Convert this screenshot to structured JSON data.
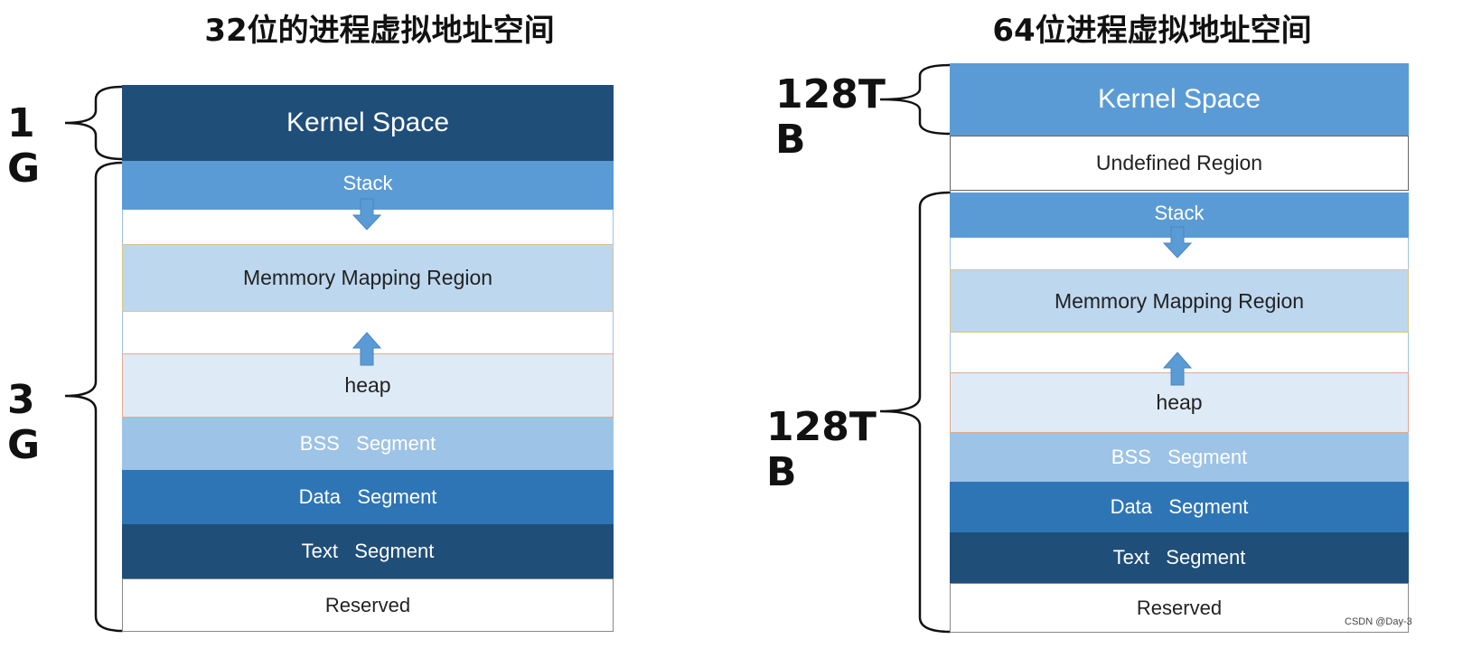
{
  "colors": {
    "kernel_dark": "#1f4e79",
    "stack_blue": "#5b9bd5",
    "gap_white": "#ffffff",
    "mmap_light": "#bdd7ee",
    "heap_lighter": "#deebf7",
    "bss_mid": "#9dc3e6",
    "data_blue": "#2e75b6",
    "text_dark": "#1f4e79",
    "arrow_blue": "#5b9bd5",
    "text_on_dark": "#ffffff",
    "text_on_light": "#222222"
  },
  "left": {
    "title": "32位的进程虚拟地址空间",
    "kernel_label_line1": "1",
    "kernel_label_line2": "G",
    "user_label_line1": "3",
    "user_label_line2": "G",
    "blocks": [
      {
        "label": "Kernel Space"
      },
      {
        "label": "Stack"
      },
      {
        "label": ""
      },
      {
        "label": "Memmory Mapping Region"
      },
      {
        "label": ""
      },
      {
        "label": "heap"
      },
      {
        "label": "BSS   Segment"
      },
      {
        "label": "Data   Segment"
      },
      {
        "label": "Text   Segment"
      },
      {
        "label": "Reserved"
      }
    ],
    "arrow_down_icon": "arrow-down-icon",
    "arrow_up_icon": "arrow-up-icon"
  },
  "right": {
    "title": "64位进程虚拟地址空间",
    "kernel_label_line1": "128T",
    "kernel_label_line2": "B",
    "user_label_line1": "128T",
    "user_label_line2": "B",
    "blocks": [
      {
        "label": "Kernel Space"
      },
      {
        "label": "Undefined Region"
      },
      {
        "label": "Stack"
      },
      {
        "label": ""
      },
      {
        "label": "Memmory Mapping Region"
      },
      {
        "label": ""
      },
      {
        "label": "heap"
      },
      {
        "label": "BSS   Segment"
      },
      {
        "label": "Data   Segment"
      },
      {
        "label": "Text   Segment"
      },
      {
        "label": "Reserved"
      }
    ]
  },
  "watermark": "CSDN @Day-3"
}
